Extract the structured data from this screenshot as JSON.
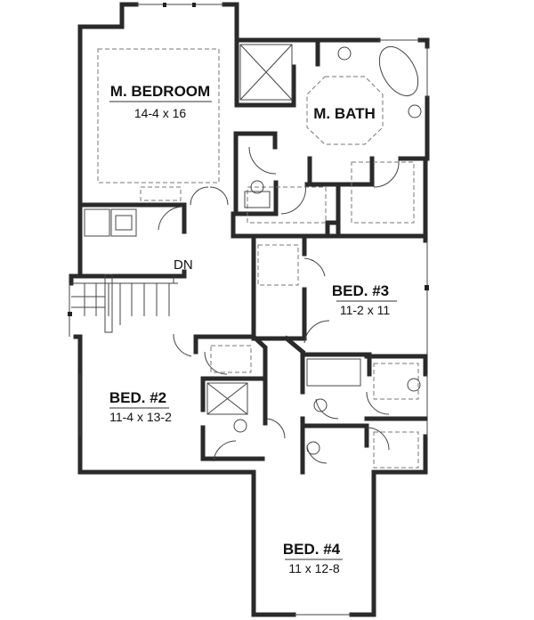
{
  "rooms": {
    "master_bedroom": {
      "name": "M. BEDROOM",
      "size": "14-4 x 16"
    },
    "master_bath": {
      "name": "M. BATH"
    },
    "bed2": {
      "name": "BED. #2",
      "size": "11-4 x 13-2"
    },
    "bed3": {
      "name": "BED. #3",
      "size": "11-2 x 11"
    },
    "bed4": {
      "name": "BED. #4",
      "size": "11 x 12-8"
    }
  },
  "stairs": {
    "label": "DN"
  }
}
